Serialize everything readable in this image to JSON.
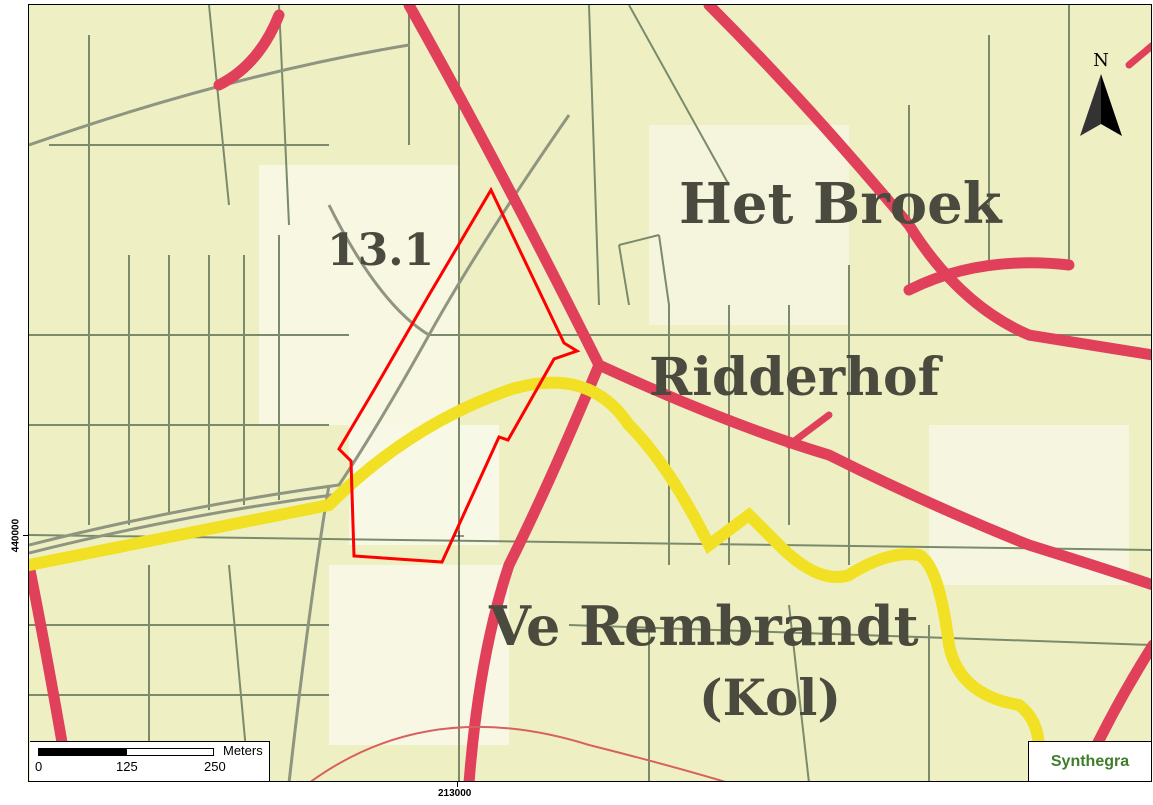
{
  "map": {
    "place_labels": {
      "het_broek": "Het Broek",
      "ridderhof": "Ridderhof",
      "grid_label": "13.1",
      "rembrandt": "Ve Rembrandt",
      "kol": "(Kol)"
    }
  },
  "north_arrow": {
    "label": "N"
  },
  "scale_bar": {
    "unit": "Meters",
    "ticks": [
      "0",
      "125",
      "250"
    ]
  },
  "coordinates": {
    "x_label": "213000",
    "y_label": "440000"
  },
  "logo": {
    "text": "Synthegra"
  },
  "colors": {
    "background": "#eef0c4",
    "road": "#e0405a",
    "boundary": "#ff0000",
    "path": "#f2e024",
    "field_lines": "#7a8a6a",
    "logo": "#3f7d2b"
  }
}
